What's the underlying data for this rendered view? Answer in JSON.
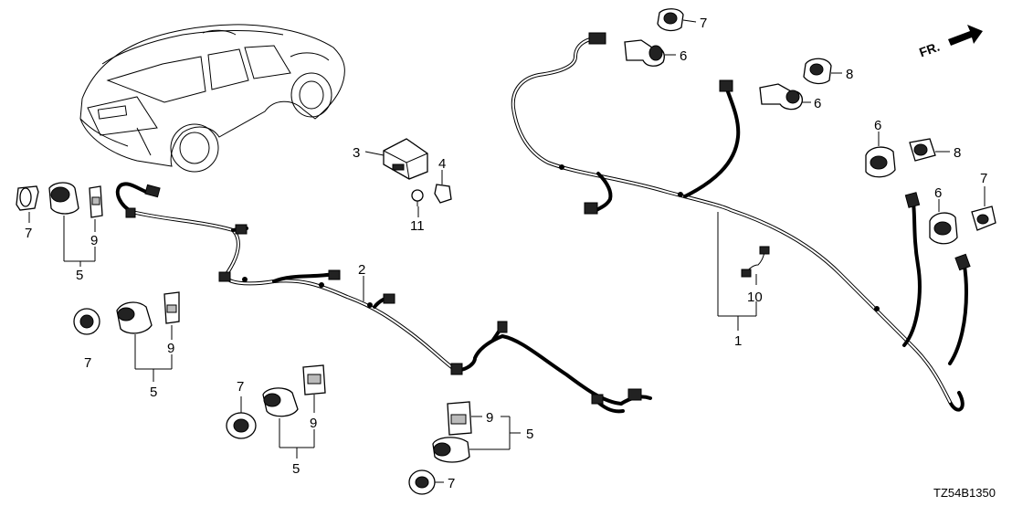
{
  "diagram": {
    "direction_label": "FR.",
    "diagram_code": "TZ54B1350",
    "callouts": {
      "c1": "1",
      "c2": "2",
      "c3": "3",
      "c4": "4",
      "c5a": "5",
      "c5b": "5",
      "c5c": "5",
      "c5d": "5",
      "c6a": "6",
      "c6b": "6",
      "c6c": "6",
      "c6d": "6",
      "c7a": "7",
      "c7b": "7",
      "c7c": "7",
      "c7d": "7",
      "c7e": "7",
      "c7f": "7",
      "c8a": "8",
      "c8b": "8",
      "c9a": "9",
      "c9b": "9",
      "c9c": "9",
      "c9d": "9",
      "c10": "10",
      "c11": "11"
    }
  }
}
